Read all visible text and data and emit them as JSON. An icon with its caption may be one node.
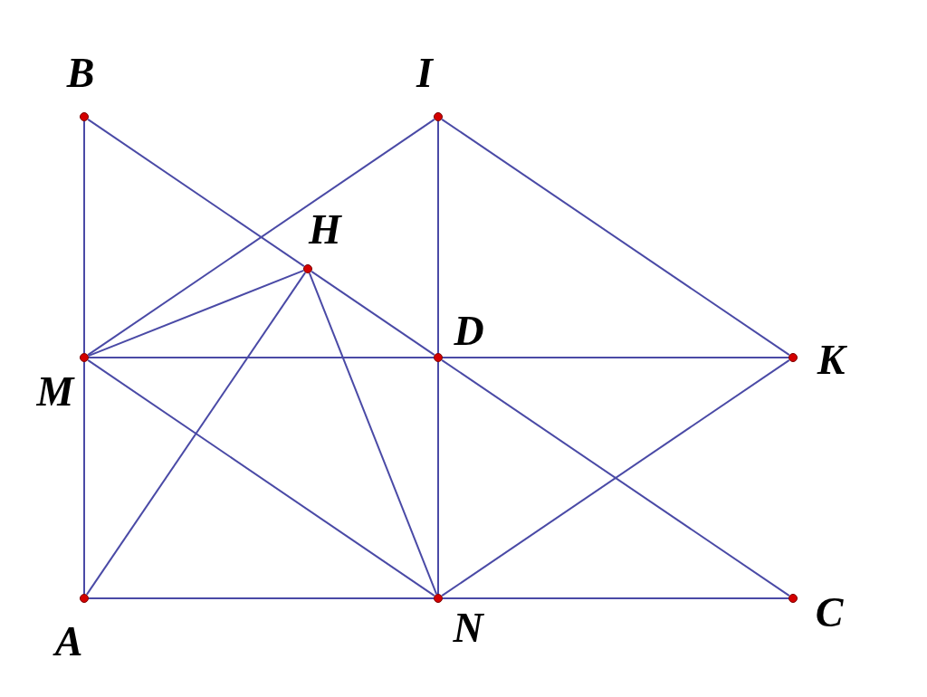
{
  "diagram": {
    "nodes": [
      {
        "text": [
          "B"
        ]
      },
      {
        "text": [
          "I"
        ]
      },
      {
        "text": [
          "H"
        ]
      },
      {
        "text": [
          "M"
        ]
      },
      {
        "text": [
          "D"
        ]
      },
      {
        "text": [
          "K"
        ]
      },
      {
        "text": [
          "A"
        ]
      },
      {
        "text": [
          "N"
        ]
      },
      {
        "text": [
          "C"
        ]
      }
    ],
    "edges": [
      {
        "from": 0,
        "to": 3,
        "arrow": "none"
      },
      {
        "from": 3,
        "to": 6,
        "arrow": "none"
      },
      {
        "from": 0,
        "to": 2,
        "arrow": "none"
      },
      {
        "from": 2,
        "to": 4,
        "arrow": "none"
      },
      {
        "from": 4,
        "to": 8,
        "arrow": "none"
      },
      {
        "from": 1,
        "to": 4,
        "arrow": "none"
      },
      {
        "from": 4,
        "to": 7,
        "arrow": "none"
      },
      {
        "from": 1,
        "to": 5,
        "arrow": "none"
      },
      {
        "from": 3,
        "to": 1,
        "arrow": "none"
      },
      {
        "from": 3,
        "to": 2,
        "arrow": "none"
      },
      {
        "from": 3,
        "to": 4,
        "arrow": "none"
      },
      {
        "from": 4,
        "to": 5,
        "arrow": "none"
      },
      {
        "from": 3,
        "to": 7,
        "arrow": "none"
      },
      {
        "from": 2,
        "to": 6,
        "arrow": "none"
      },
      {
        "from": 2,
        "to": 7,
        "arrow": "none"
      },
      {
        "from": 7,
        "to": 5,
        "arrow": "none"
      },
      {
        "from": 6,
        "to": 7,
        "arrow": "none"
      },
      {
        "from": 7,
        "to": 8,
        "arrow": "none"
      }
    ]
  }
}
